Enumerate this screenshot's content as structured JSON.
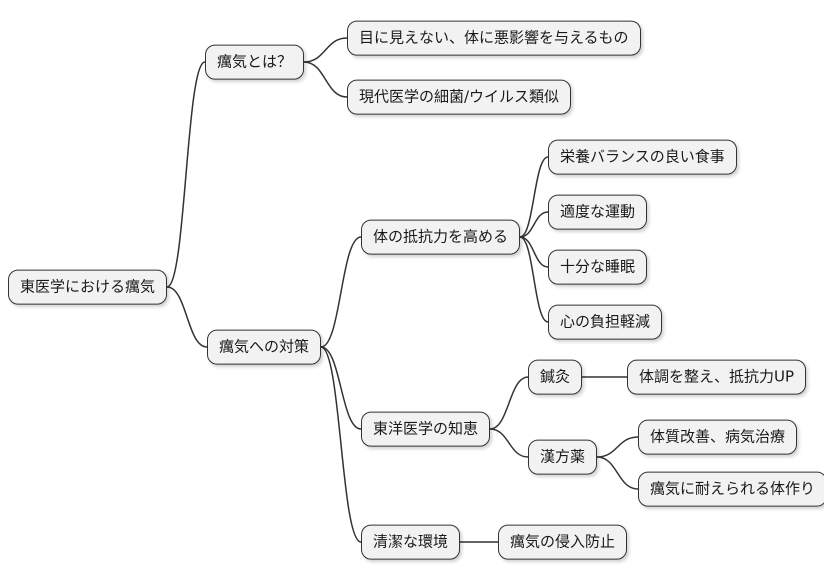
{
  "diagram": {
    "type": "mindmap",
    "title": "東医学における癘気",
    "nodes": [
      {
        "id": "root",
        "label": "東医学における癘気",
        "parent": null
      },
      {
        "id": "what-is",
        "label": "癘気とは？",
        "parent": "root"
      },
      {
        "id": "invisible",
        "label": "目に見えない、体に悪影響を与えるもの",
        "parent": "what-is"
      },
      {
        "id": "bacteria",
        "label": "現代医学の細菌/ウイルス類似",
        "parent": "what-is"
      },
      {
        "id": "countermeasures",
        "label": "癘気への対策",
        "parent": "root"
      },
      {
        "id": "resistance",
        "label": "体の抵抗力を高める",
        "parent": "countermeasures"
      },
      {
        "id": "nutrition",
        "label": "栄養バランスの良い食事",
        "parent": "resistance"
      },
      {
        "id": "exercise",
        "label": "適度な運動",
        "parent": "resistance"
      },
      {
        "id": "sleep",
        "label": "十分な睡眠",
        "parent": "resistance"
      },
      {
        "id": "mental",
        "label": "心の負担軽減",
        "parent": "resistance"
      },
      {
        "id": "wisdom",
        "label": "東洋医学の知恵",
        "parent": "countermeasures"
      },
      {
        "id": "acupuncture",
        "label": "鍼灸",
        "parent": "wisdom"
      },
      {
        "id": "acu-effect",
        "label": "体調を整え、抵抗力UP",
        "parent": "acupuncture"
      },
      {
        "id": "kampo",
        "label": "漢方薬",
        "parent": "wisdom"
      },
      {
        "id": "constitution",
        "label": "体質改善、病気治療",
        "parent": "kampo"
      },
      {
        "id": "endure",
        "label": "癘気に耐えられる体作り",
        "parent": "kampo"
      },
      {
        "id": "clean",
        "label": "清潔な環境",
        "parent": "countermeasures"
      },
      {
        "id": "prevention",
        "label": "癘気の侵入防止",
        "parent": "clean"
      }
    ],
    "colors": {
      "background": "#ffffff",
      "node_fill": "#f2f2f2",
      "node_border": "#333333",
      "edge": "#333333",
      "text": "#1a1a1a"
    }
  }
}
